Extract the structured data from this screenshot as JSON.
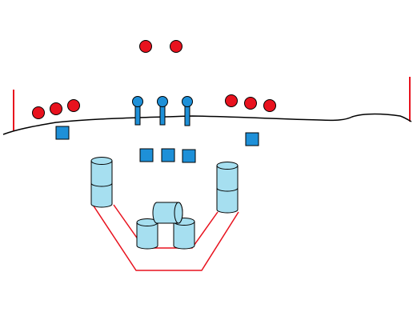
{
  "scene": {
    "colors": {
      "background": "#ffffff",
      "ground_line": "#000000",
      "red_target": "#e8121e",
      "blue": "#1e90d8",
      "barrel_fill": "#a6dff0",
      "outline": "#000000",
      "red_line": "#e8121e"
    },
    "elements": {
      "red_balls": {
        "count": 8,
        "icon": "red-ball"
      },
      "blue_squares": {
        "count": 5,
        "icon": "blue-square"
      },
      "lollipop_markers": {
        "count": 3,
        "icon": "lollipop-marker"
      },
      "barrels": {
        "count": 5,
        "icon": "barrel"
      },
      "goal_posts": {
        "count": 2,
        "icon": "red-post"
      }
    }
  }
}
